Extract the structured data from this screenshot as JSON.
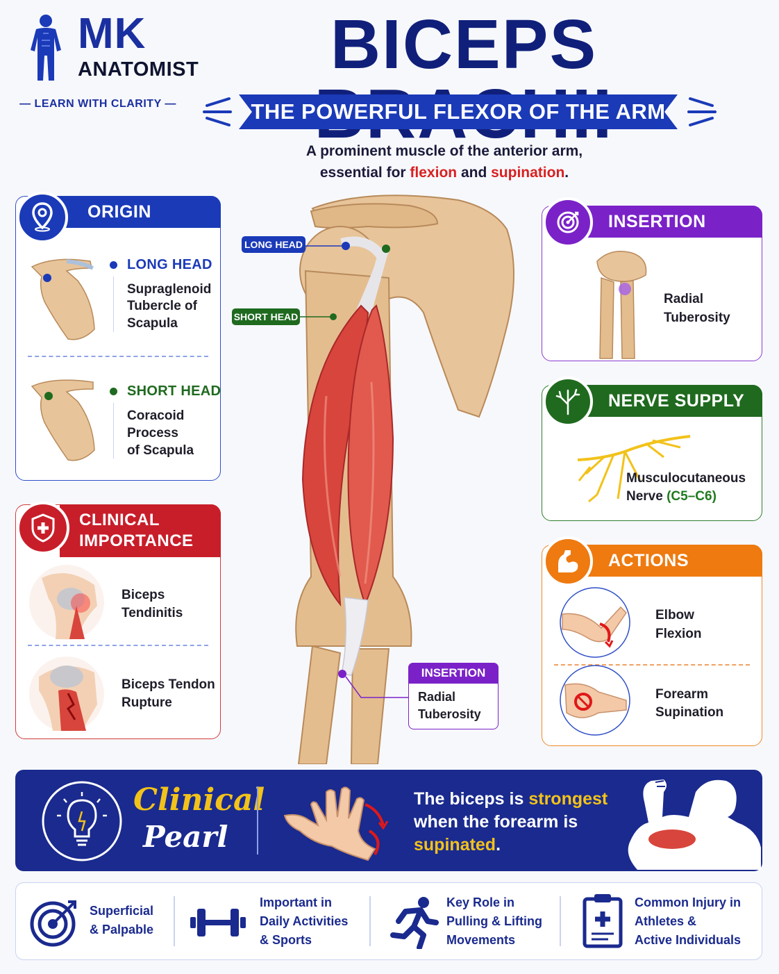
{
  "brand": {
    "name_top": "MK",
    "name_bottom": "ANATOMIST",
    "tagline": "— LEARN WITH CLARITY —"
  },
  "title": "BICEPS BRACHII",
  "ribbon": "THE POWERFUL FLEXOR OF THE ARM",
  "subtitle": {
    "line1": "A prominent muscle of the anterior arm,",
    "line2_pre": "essential for ",
    "word1": "flexion",
    "and": " and ",
    "word2": "supination",
    "end": "."
  },
  "origin": {
    "title": "ORIGIN",
    "long_head": {
      "label": "LONG HEAD",
      "l1": "Supraglenoid",
      "l2": "Tubercle of",
      "l3": "Scapula"
    },
    "short_head": {
      "label": "SHORT HEAD",
      "l1": "Coracoid",
      "l2": "Process",
      "l3": "of Scapula"
    }
  },
  "clinical": {
    "title1": "CLINICAL",
    "title2": "IMPORTANCE",
    "item1": {
      "l1": "Biceps",
      "l2": "Tendinitis"
    },
    "item2": {
      "l1": "Biceps Tendon",
      "l2": "Rupture"
    }
  },
  "diagram": {
    "long_head": "LONG HEAD",
    "short_head": "SHORT HEAD",
    "insertion_tag": "INSERTION",
    "insertion_l1": "Radial",
    "insertion_l2": "Tuberosity"
  },
  "insertion": {
    "title": "INSERTION",
    "l1": "Radial",
    "l2": "Tuberosity"
  },
  "nerve": {
    "title": "NERVE SUPPLY",
    "l1": "Musculocutaneous",
    "l2": "Nerve ",
    "roots": "(C5–C6)"
  },
  "actions": {
    "title": "ACTIONS",
    "a1": {
      "l1": "Elbow",
      "l2": "Flexion"
    },
    "a2": {
      "l1": "Forearm",
      "l2": "Supination"
    }
  },
  "pearl": {
    "word1": "Clinical",
    "word2": "Pearl",
    "l1_pre": "The biceps is ",
    "l1_hl": "strongest",
    "l2": "when the forearm is",
    "l3_hl": "supinated",
    "l3_end": "."
  },
  "footer": [
    {
      "l1": "Superficial",
      "l2": "& Palpable",
      "l3": ""
    },
    {
      "l1": "Important in",
      "l2": "Daily Activities",
      "l3": "& Sports"
    },
    {
      "l1": "Key Role in",
      "l2": "Pulling & Lifting",
      "l3": "Movements"
    },
    {
      "l1": "Common Injury in",
      "l2": "Athletes &",
      "l3": "Active Individuals"
    }
  ],
  "colors": {
    "blue": "#1a3ab8",
    "navy": "#10207a",
    "purple": "#7a22c8",
    "green": "#1f6a1f",
    "orange": "#ee7a10",
    "red": "#c81e2a",
    "muscle": "#d8453c",
    "bone": "#e8c49a",
    "gold": "#f2c21a"
  },
  "icons": [
    "human-figure-icon",
    "location-pin-icon",
    "target-icon",
    "nerve-tree-icon",
    "flexed-arm-icon",
    "medical-shield-icon",
    "lightbulb-icon",
    "dumbbell-icon",
    "runner-icon",
    "clipboard-cross-icon"
  ]
}
